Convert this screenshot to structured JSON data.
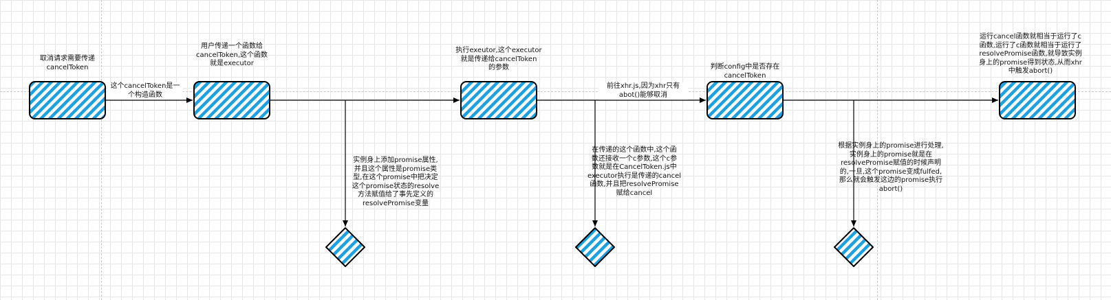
{
  "process_steps": [
    {
      "id": "step-cancel-token-needed",
      "label": "取消请求需要传递\ncancelToken"
    },
    {
      "id": "step-user-passes-executor",
      "label": "用户传递一个函数给\ncancelToken,这个函数\n就是executor"
    },
    {
      "id": "step-run-executor",
      "label": "执行exeutor,这个executor\n就是传递给cancelToken\n的参数"
    },
    {
      "id": "step-check-config",
      "label": "判断config中是否存在\ncancelToken"
    },
    {
      "id": "step-run-cancel",
      "label": "运行cancel函数就相当于运行了c\n函数,运行了c函数就相当于运行了\nresolvePromise函数,就导致实例\n身上的promise得到状态,从而xhr\n中触发abort()"
    }
  ],
  "edge_labels": {
    "constructor_note": "这个cancelToken是一\n个构造函数",
    "xhr_note": "前往xhr.js,因为xhr只有\nabot()能够取消"
  },
  "branch_notes": [
    {
      "id": "note-instance-promise",
      "text": "实例身上添加promise属性,\n并且这个属性是promise类\n型,在这个promise中把决定\n这个promise状态的resolve\n方法赋值给了事先定义的\nresolvePromise变量"
    },
    {
      "id": "note-executor-c-param",
      "text": "在传递的这个函数中,这个函\n数还接收一个c参数,这个c参\n数就是在CancelToken.js中\nexecutor执行是传递的cancel\n函数,并且把resolvePromise\n赋给cancel"
    },
    {
      "id": "note-promise-fulfilled",
      "text": "根据实例身上的promise进行处理,\n实例身上的promise就是在\nresolvePromise赋值的时候声明\n的,一旦,这个promise变成fulfed,\n那么就会触发这边的promise执行\nabort()"
    }
  ],
  "colors": {
    "shape_fill": "#1ba1e2",
    "shape_stroke": "#000000",
    "arrow": "#000000",
    "grid": "#e6e6e6"
  }
}
